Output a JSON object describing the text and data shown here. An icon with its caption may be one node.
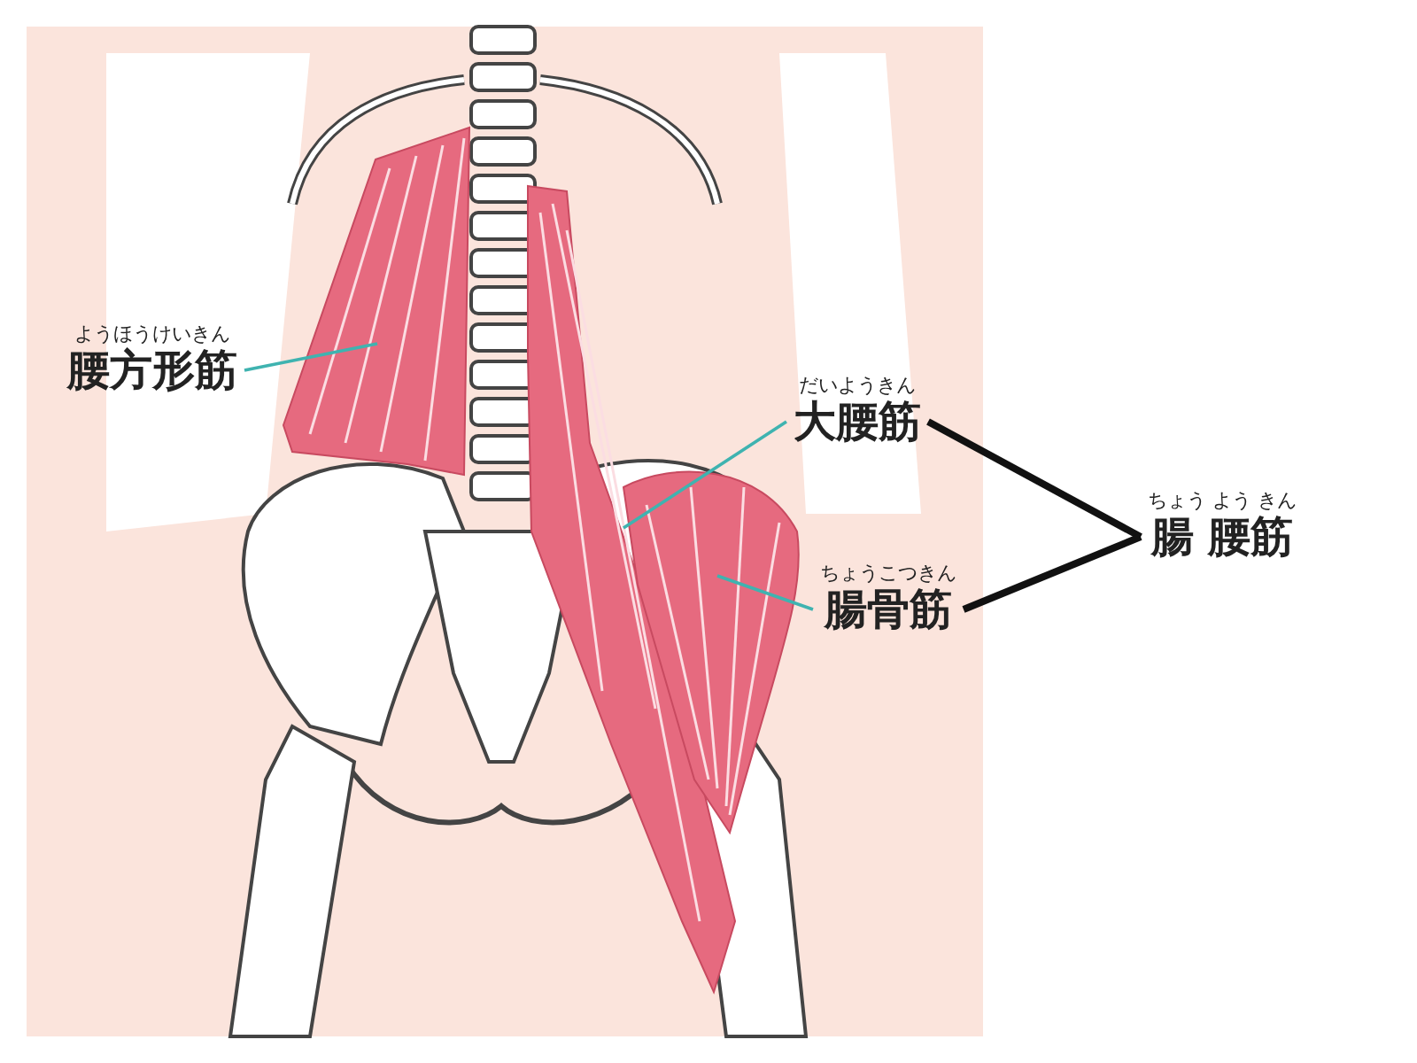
{
  "diagram": {
    "nodes": [
      {
        "text": [
          "ようほうけいきん",
          "腰方形筋"
        ]
      },
      {
        "text": [],
        "shape": "picture"
      },
      {
        "text": [
          "だいようきん",
          "大腰筋"
        ]
      },
      {
        "text": [],
        "shape": "picture"
      },
      {
        "text": [
          "ちょうこつきん",
          "腸骨筋"
        ]
      },
      {
        "text": [],
        "shape": "picture"
      },
      {
        "text": [
          "ちょう よう きん",
          "腸 腰筋"
        ]
      }
    ],
    "edges": [
      {
        "from": 0,
        "to": 1,
        "arrow": "none"
      },
      {
        "from": 2,
        "to": 3,
        "arrow": "none"
      },
      {
        "from": 4,
        "to": 5,
        "arrow": "none"
      },
      {
        "from": 2,
        "to": 6,
        "arrow": "none",
        "style": "thick",
        "color": "#111111"
      },
      {
        "from": 4,
        "to": 6,
        "arrow": "none",
        "style": "thick",
        "color": "#111111"
      }
    ]
  }
}
